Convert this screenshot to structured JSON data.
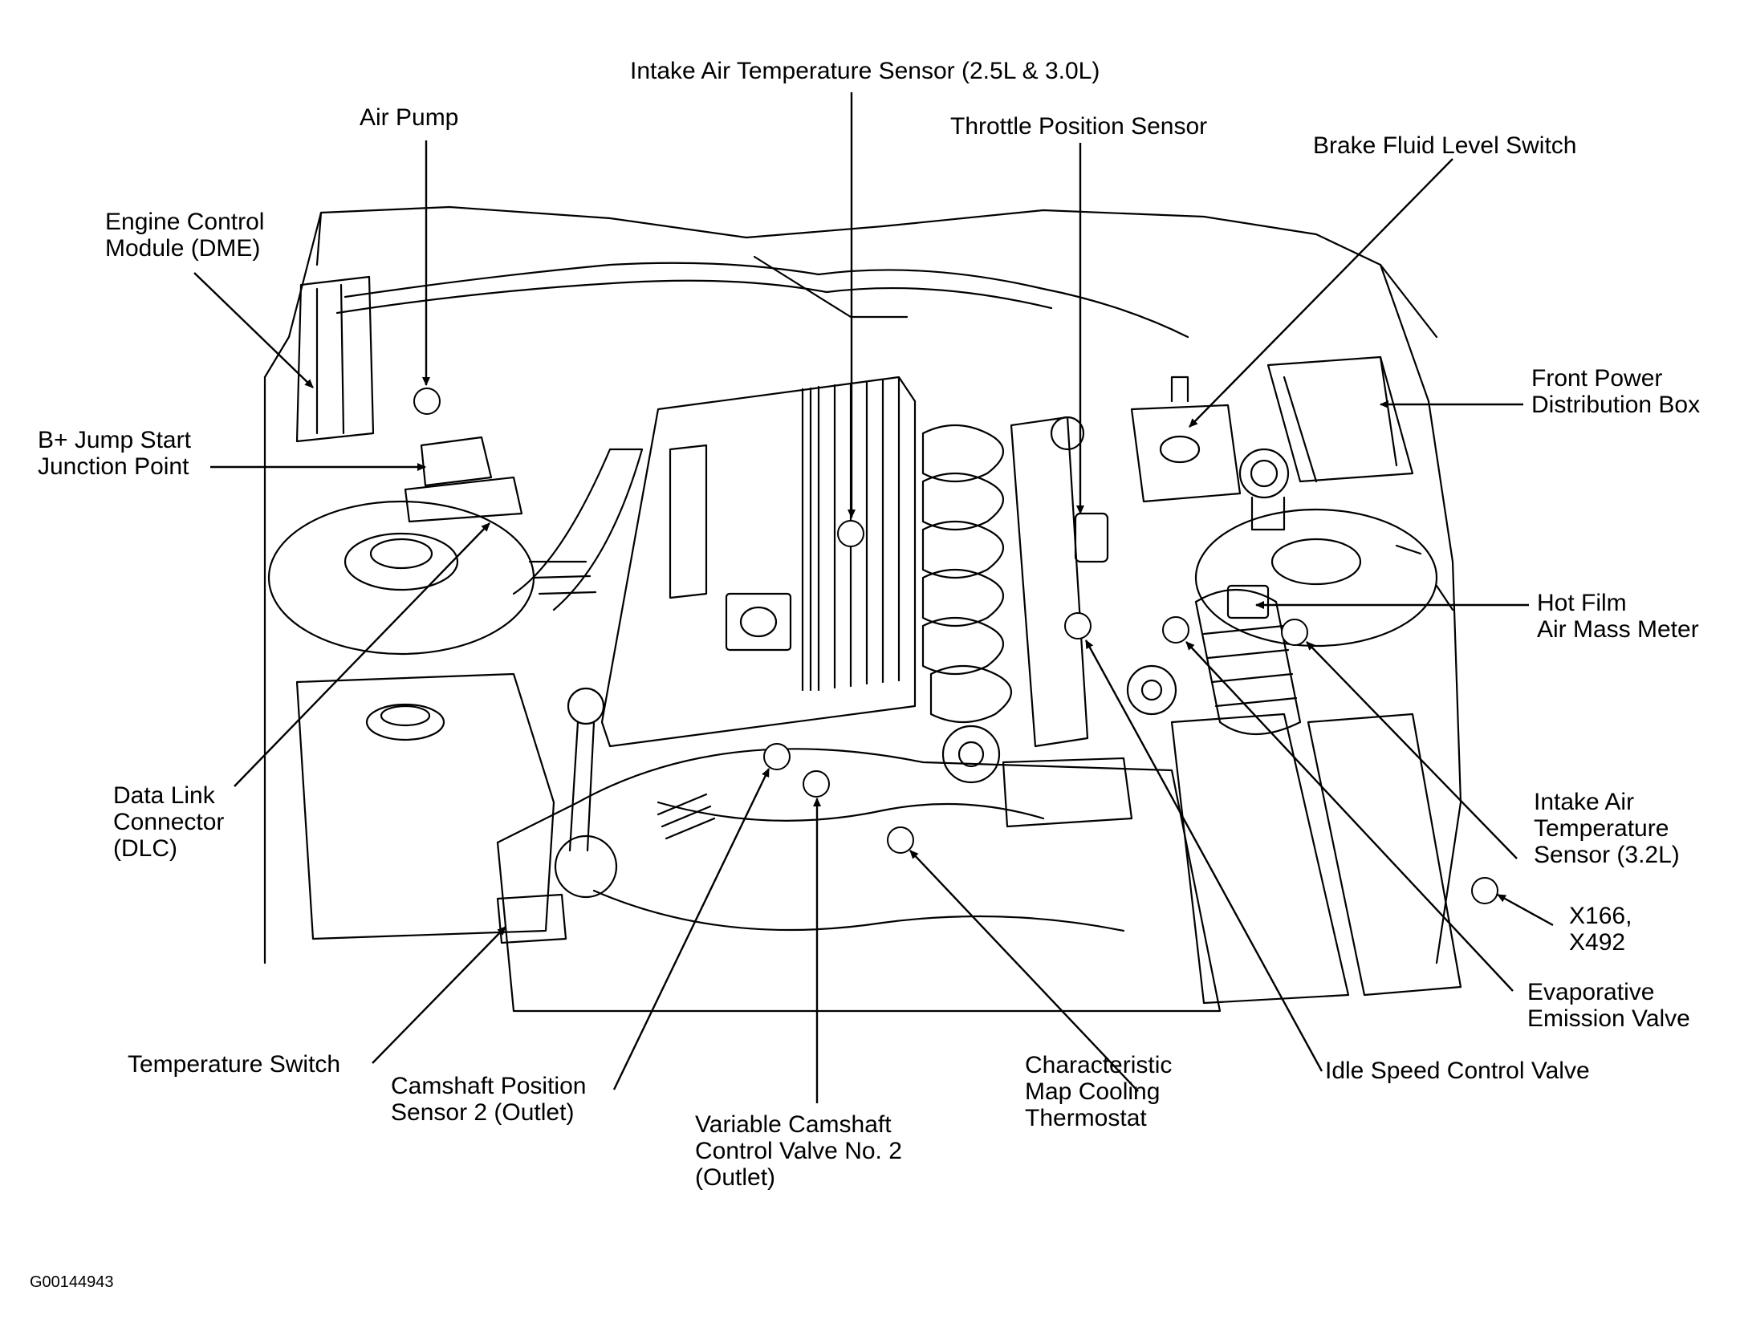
{
  "callouts": [
    {
      "id": "intake-air-temp-25-30",
      "text": "Intake Air Temperature Sensor (2.5L & 3.0L)"
    },
    {
      "id": "air-pump",
      "text": "Air Pump"
    },
    {
      "id": "throttle-position",
      "text": "Throttle Position Sensor"
    },
    {
      "id": "brake-fluid-level",
      "text": "Brake Fluid Level Switch"
    },
    {
      "id": "engine-control-module",
      "text": "Engine Control\nModule (DME)"
    },
    {
      "id": "front-power-box",
      "text": "Front Power\nDistribution Box"
    },
    {
      "id": "jump-start",
      "text": "B+ Jump Start\nJunction Point"
    },
    {
      "id": "hot-film-meter",
      "text": "Hot Film\nAir Mass Meter"
    },
    {
      "id": "data-link-connector",
      "text": "Data Link\nConnector\n(DLC)"
    },
    {
      "id": "intake-air-temp-32",
      "text": "Intake Air\nTemperature\nSensor (3.2L)"
    },
    {
      "id": "connectors-x166-x492",
      "text": "X166,\nX492"
    },
    {
      "id": "evaporative-valve",
      "text": "Evaporative\nEmission Valve"
    },
    {
      "id": "temperature-switch",
      "text": "Temperature Switch"
    },
    {
      "id": "idle-speed-valve",
      "text": "Idle Speed Control Valve"
    },
    {
      "id": "camshaft-sensor-2",
      "text": "Camshaft Position\nSensor 2 (Outlet)"
    },
    {
      "id": "cooling-thermostat",
      "text": "Characteristic\nMap Cooling\nThermostat"
    },
    {
      "id": "vanos-valve-2",
      "text": "Variable Camshaft\nControl Valve No. 2\n(Outlet)"
    }
  ],
  "figure_reference": "G00144943",
  "colors": {
    "ink": "#000000",
    "paper": "#ffffff"
  }
}
